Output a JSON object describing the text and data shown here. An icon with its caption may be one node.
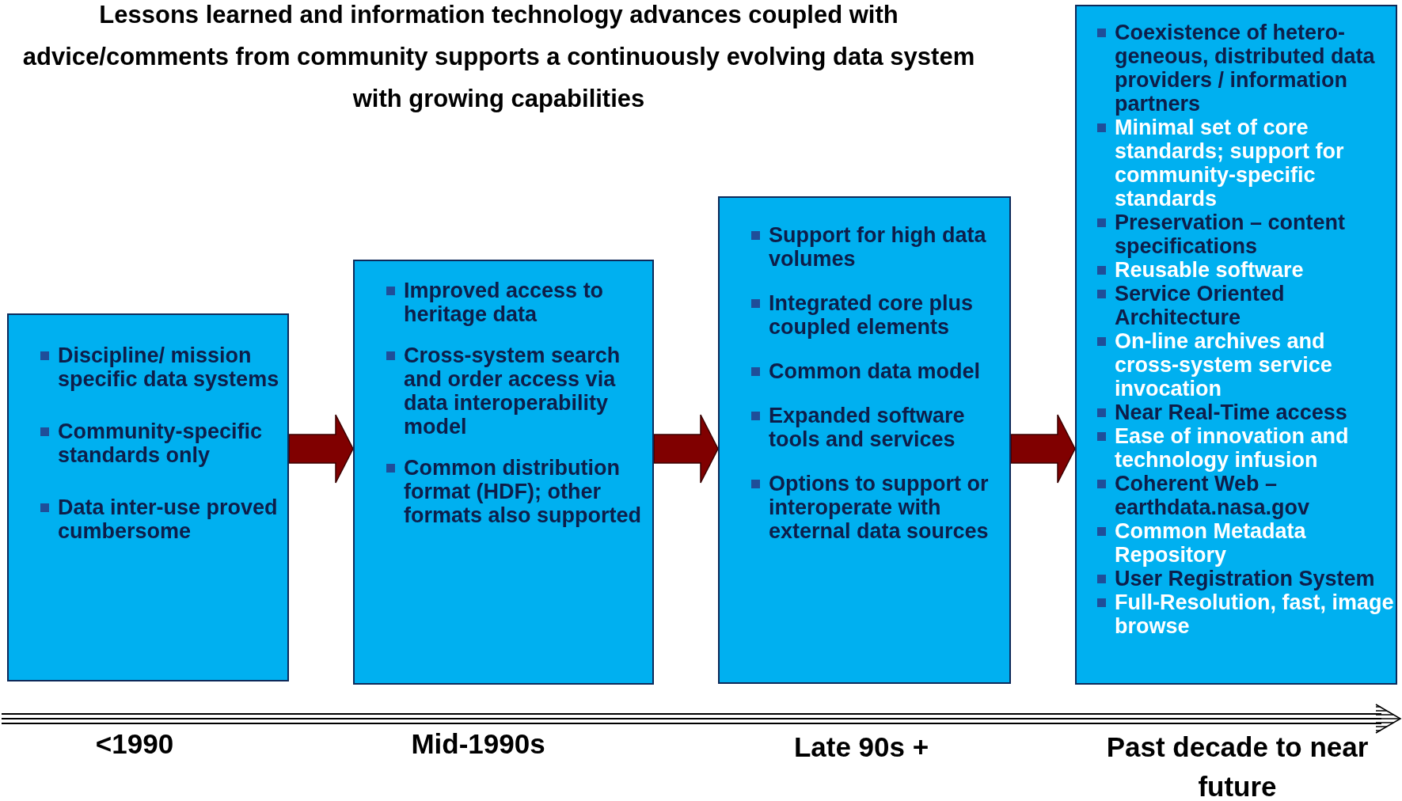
{
  "diagram": {
    "title": "Lessons learned and information technology advances coupled with advice/comments from community supports a continuously evolving data system with growing capabilities",
    "nodes": [
      {
        "text": [
          "Discipline/ mission specific data systems",
          "Community-specific standards only",
          "Data inter-use proved cumbersome"
        ]
      },
      {
        "text": [
          "Improved access to heritage data",
          "Cross-system search and order access via data interoperability model",
          "Common distribution format (HDF); other formats also supported"
        ]
      },
      {
        "text": [
          "Support for high data volumes",
          "Integrated core plus coupled elements",
          "Common data model",
          "Expanded software tools and services",
          "Options to support or interoperate with external data sources"
        ]
      },
      {
        "text": [
          "Coexistence of hetero-geneous, distributed data providers / information partners",
          "Minimal set of core standards; support for community-specific standards",
          "Preservation – content specifications",
          "Reusable software",
          "Service Oriented Architecture",
          "On-line archives and cross-system service invocation",
          "Near Real-Time access",
          "Ease of innovation and technology infusion",
          "Coherent Web – earthdata.nasa.gov",
          "Common Metadata Repository",
          "User Registration System",
          "Full-Resolution, fast, image browse"
        ]
      }
    ],
    "edges": [
      {
        "from": 0,
        "to": 1,
        "arrow": "to"
      },
      {
        "from": 1,
        "to": 2,
        "arrow": "to"
      },
      {
        "from": 2,
        "to": 3,
        "arrow": "to"
      }
    ],
    "labels": [
      "<1990",
      "Mid-1990s",
      "Late 90s +",
      "Past decade to near future"
    ]
  }
}
